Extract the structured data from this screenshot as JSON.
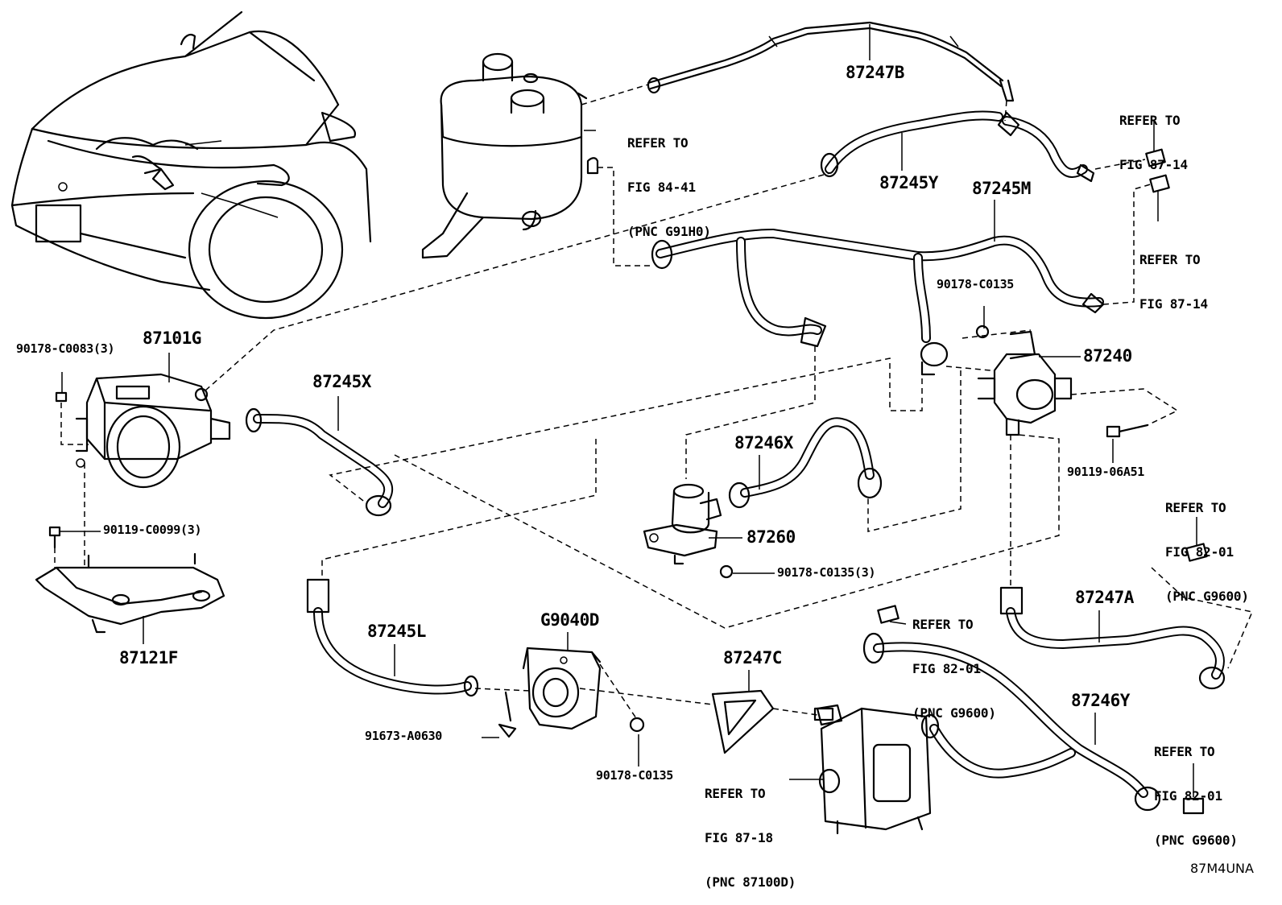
{
  "diagram": {
    "code": "87M4UNA",
    "parts": [
      {
        "id": "87247B",
        "label": "87247B"
      },
      {
        "id": "87245Y",
        "label": "87245Y"
      },
      {
        "id": "87245M",
        "label": "87245M"
      },
      {
        "id": "87101G",
        "label": "87101G"
      },
      {
        "id": "87245X",
        "label": "87245X"
      },
      {
        "id": "87240",
        "label": "87240"
      },
      {
        "id": "87246X",
        "label": "87246X"
      },
      {
        "id": "87260",
        "label": "87260"
      },
      {
        "id": "87121F",
        "label": "87121F"
      },
      {
        "id": "87245L",
        "label": "87245L"
      },
      {
        "id": "G9040D",
        "label": "G9040D"
      },
      {
        "id": "87247C",
        "label": "87247C"
      },
      {
        "id": "87247A",
        "label": "87247A"
      },
      {
        "id": "87246Y",
        "label": "87246Y"
      }
    ],
    "fasteners": [
      {
        "id": "f1",
        "label": "90178-C0083(3)"
      },
      {
        "id": "f2",
        "label": "90119-C0099(3)"
      },
      {
        "id": "f3",
        "label": "90178-C0135"
      },
      {
        "id": "f4",
        "label": "90119-06A51"
      },
      {
        "id": "f5",
        "label": "90178-C0135(3)"
      },
      {
        "id": "f6",
        "label": "91673-A0630"
      },
      {
        "id": "f7",
        "label": "90178-C0135"
      }
    ],
    "refs": [
      {
        "id": "r1",
        "line1": "REFER TO",
        "line2": "FIG 84-41",
        "line3": "(PNC G91H0)"
      },
      {
        "id": "r2",
        "line1": "REFER TO",
        "line2": "FIG 87-14",
        "line3": ""
      },
      {
        "id": "r3",
        "line1": "REFER TO",
        "line2": "FIG 87-14",
        "line3": ""
      },
      {
        "id": "r4",
        "line1": "REFER TO",
        "line2": "FIG 82-01",
        "line3": "(PNC G9600)"
      },
      {
        "id": "r5",
        "line1": "REFER TO",
        "line2": "FIG 82-01",
        "line3": "(PNC G9600)"
      },
      {
        "id": "r6",
        "line1": "REFER TO",
        "line2": "FIG 82-01",
        "line3": "(PNC G9600)"
      },
      {
        "id": "r7",
        "line1": "REFER TO",
        "line2": "FIG 87-18",
        "line3": "(PNC 87100D)"
      }
    ]
  }
}
